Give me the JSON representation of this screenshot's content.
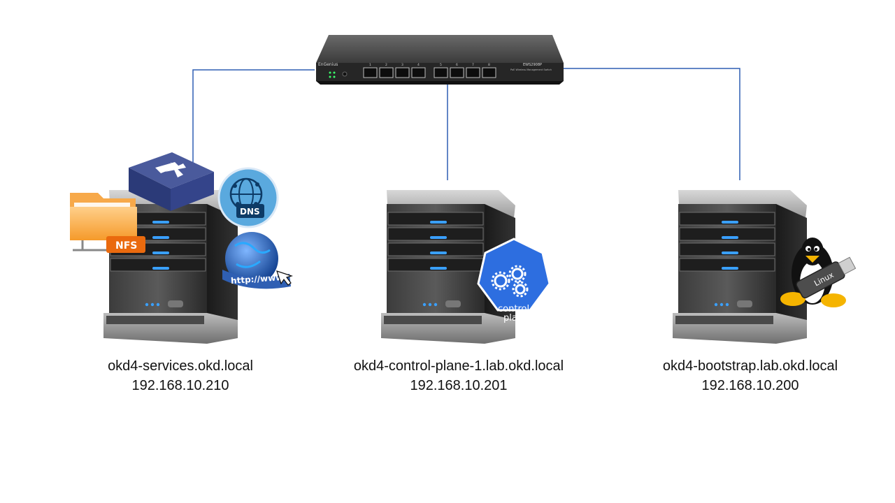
{
  "switch": {
    "brand": "EnGenius",
    "model": "EWS2908P",
    "subtitle": "PoE Wireless Management Switch",
    "port_numbers": [
      "1",
      "2",
      "3",
      "4",
      "5",
      "6",
      "7",
      "8"
    ]
  },
  "servers": [
    {
      "hostname": "okd4-services.okd.local",
      "ip": "192.168.10.210",
      "badges": {
        "nfs": "NFS",
        "dns": "DNS",
        "web": "http://www."
      }
    },
    {
      "hostname": "okd4-control-plane-1.lab.okd.local",
      "ip": "192.168.10.201",
      "badges": {
        "control_line1": "control",
        "control_line2": "plane"
      }
    },
    {
      "hostname": "okd4-bootstrap.lab.okd.local",
      "ip": "192.168.10.200",
      "badges": {
        "usb": "Linux"
      }
    }
  ],
  "colors": {
    "link": "#2f5fb3",
    "server_led": "#3aa0ff",
    "control_plane": "#2d6ee0"
  }
}
